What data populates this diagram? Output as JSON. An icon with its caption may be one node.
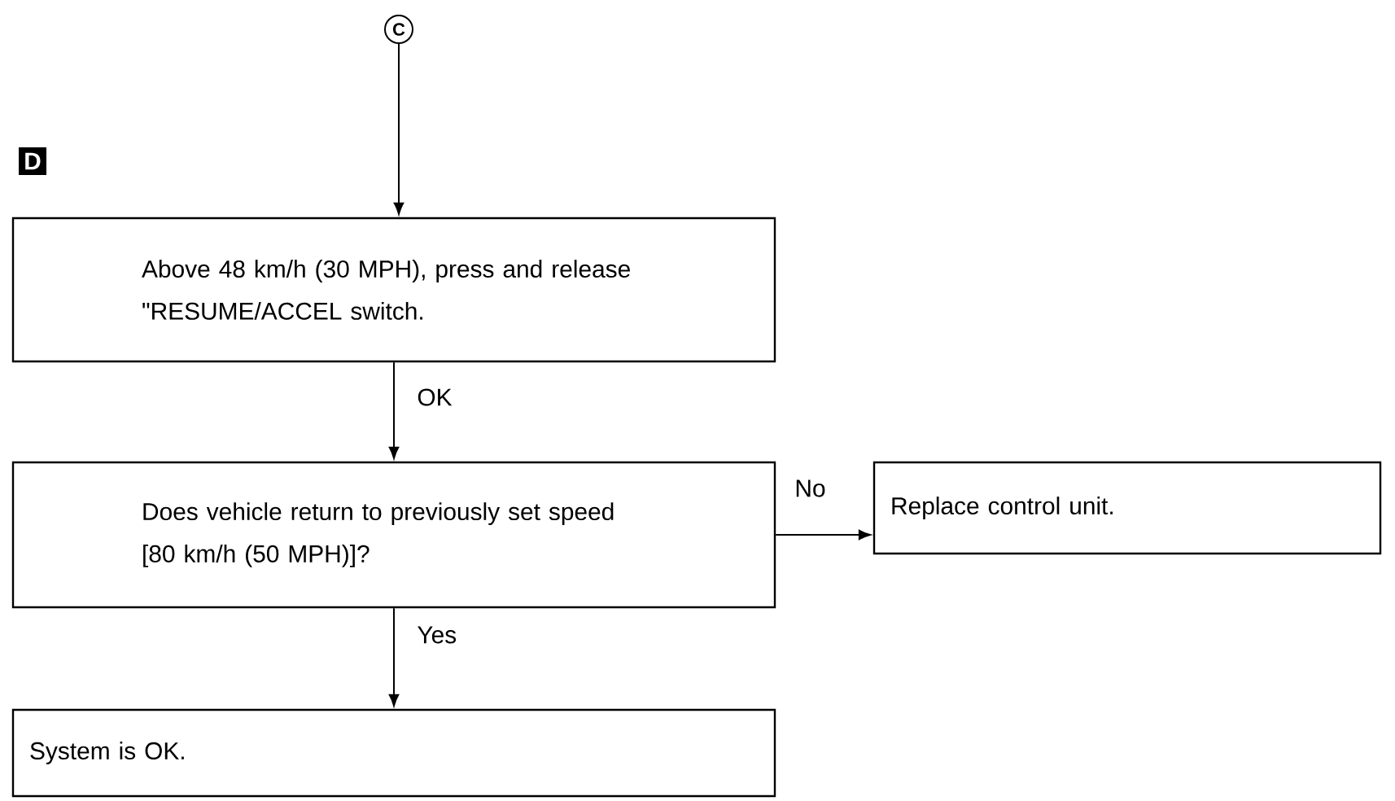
{
  "diagram": {
    "nodes": [
      {
        "text": [
          "C"
        ]
      },
      {
        "text": [
          "Above 48 km/h (30 MPH), press and release \"RESUME/ACCEL switch."
        ]
      },
      {
        "text": [
          "Does vehicle return to previously set speed [80 km/h (50 MPH)]?"
        ]
      },
      {
        "text": [
          "Replace control unit."
        ]
      },
      {
        "text": [
          "System is OK."
        ]
      }
    ],
    "edges": [
      {
        "from": 0,
        "to": 1,
        "arrow": "to"
      },
      {
        "from": 1,
        "to": 2,
        "arrow": "to",
        "label": "OK"
      },
      {
        "from": 2,
        "to": 3,
        "arrow": "to",
        "label": "No"
      },
      {
        "from": 2,
        "to": 4,
        "arrow": "to",
        "label": "Yes"
      }
    ],
    "labels": [
      "D"
    ]
  }
}
